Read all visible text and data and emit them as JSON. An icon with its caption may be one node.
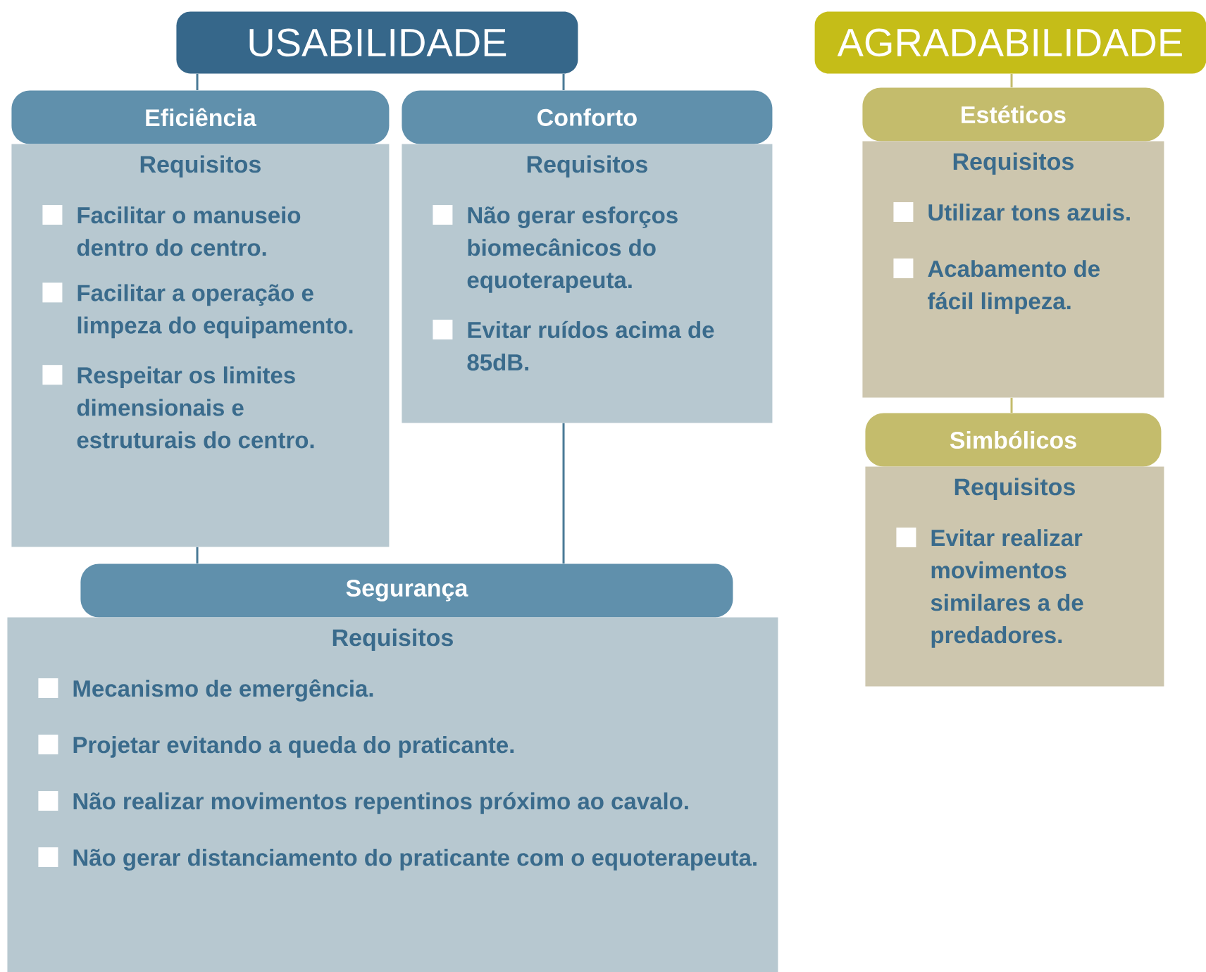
{
  "diagram": {
    "nodes": [
      {
        "text": [
          "USABILIDADE"
        ]
      },
      {
        "text": [
          "Eficiência"
        ]
      },
      {
        "text": [
          "Requisitos",
          "Facilitar o manuseio dentro do centro.",
          "Facilitar a operação e limpeza do equipamento.",
          "Respeitar os limites dimensionais e estruturais do centro."
        ]
      },
      {
        "text": [
          "Conforto"
        ]
      },
      {
        "text": [
          "Requisitos",
          "Não gerar esforços biomecânicos do equoterapeuta.",
          "Evitar ruídos acima de 85dB."
        ]
      },
      {
        "text": [
          "Segurança"
        ]
      },
      {
        "text": [
          "Requisitos",
          "Mecanismo de emergência.",
          "Projetar evitando a queda do praticante.",
          "Não realizar movimentos repentinos próximo ao cavalo.",
          "Não gerar distanciamento do praticante com o equoterapeuta."
        ]
      },
      {
        "text": [
          "AGRADABILIDADE"
        ]
      },
      {
        "text": [
          "Estéticos"
        ]
      },
      {
        "text": [
          "Requisitos",
          "Utilizar tons azuis.",
          "Acabamento de fácil limpeza."
        ]
      },
      {
        "text": [
          "Simbólicos"
        ]
      },
      {
        "text": [
          "Requisitos",
          "Evitar realizar movimentos similares a de predadores."
        ]
      }
    ],
    "edges": [
      {
        "from": 0,
        "to": 1,
        "arrow": "none"
      },
      {
        "from": 0,
        "to": 3,
        "arrow": "none"
      },
      {
        "from": 2,
        "to": 5,
        "arrow": "none"
      },
      {
        "from": 4,
        "to": 5,
        "arrow": "none"
      },
      {
        "from": 7,
        "to": 8,
        "arrow": "none",
        "color": "#c4bc6c"
      },
      {
        "from": 9,
        "to": 10,
        "arrow": "none",
        "color": "#c4bc6c"
      }
    ]
  }
}
